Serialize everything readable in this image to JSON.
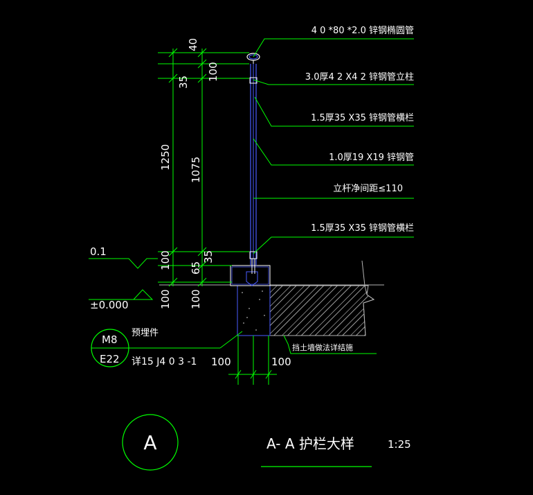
{
  "colors": {
    "background": "#000000",
    "line": "#00ff00",
    "text": "#ffffff",
    "post": "#4a5cff",
    "hatch": "#c8c8c8",
    "ground": "#b4b4b4"
  },
  "callouts": [
    {
      "text": "4 0 *80 *2.0 锌钢椭圆管"
    },
    {
      "text": "3.0厚4 2 X4 2 锌钢管立柱"
    },
    {
      "text": "1.5厚35 X35 锌钢管横栏"
    },
    {
      "text": "1.0厚19 X19 锌钢管"
    },
    {
      "text": "立杆净间距≤110"
    },
    {
      "text": "1.5厚35 X35 锌钢管横栏"
    }
  ],
  "dimensions": {
    "top_40": "40",
    "d_35_top": "35",
    "d_100_top": "100",
    "d_1250": "1250",
    "d_1075": "1075",
    "d_100_bot_left": "100",
    "d_65": "65",
    "d_35_bot": "35",
    "d_100_low_left": "100",
    "d_100_low_right": "100",
    "d_100_h_left": "100",
    "d_100_h_right": "100"
  },
  "levels": {
    "level_upper": "0.1",
    "level_lower": "±0.000"
  },
  "embed": {
    "top_label": "M8",
    "bottom_label": "E22",
    "name": "预埋件",
    "ref": "详15 J4 0 3 -1"
  },
  "wall_note": "挡土墙做法详结施",
  "title": {
    "marker": "A",
    "text": "A- A  护栏大样",
    "scale": "1:25"
  }
}
